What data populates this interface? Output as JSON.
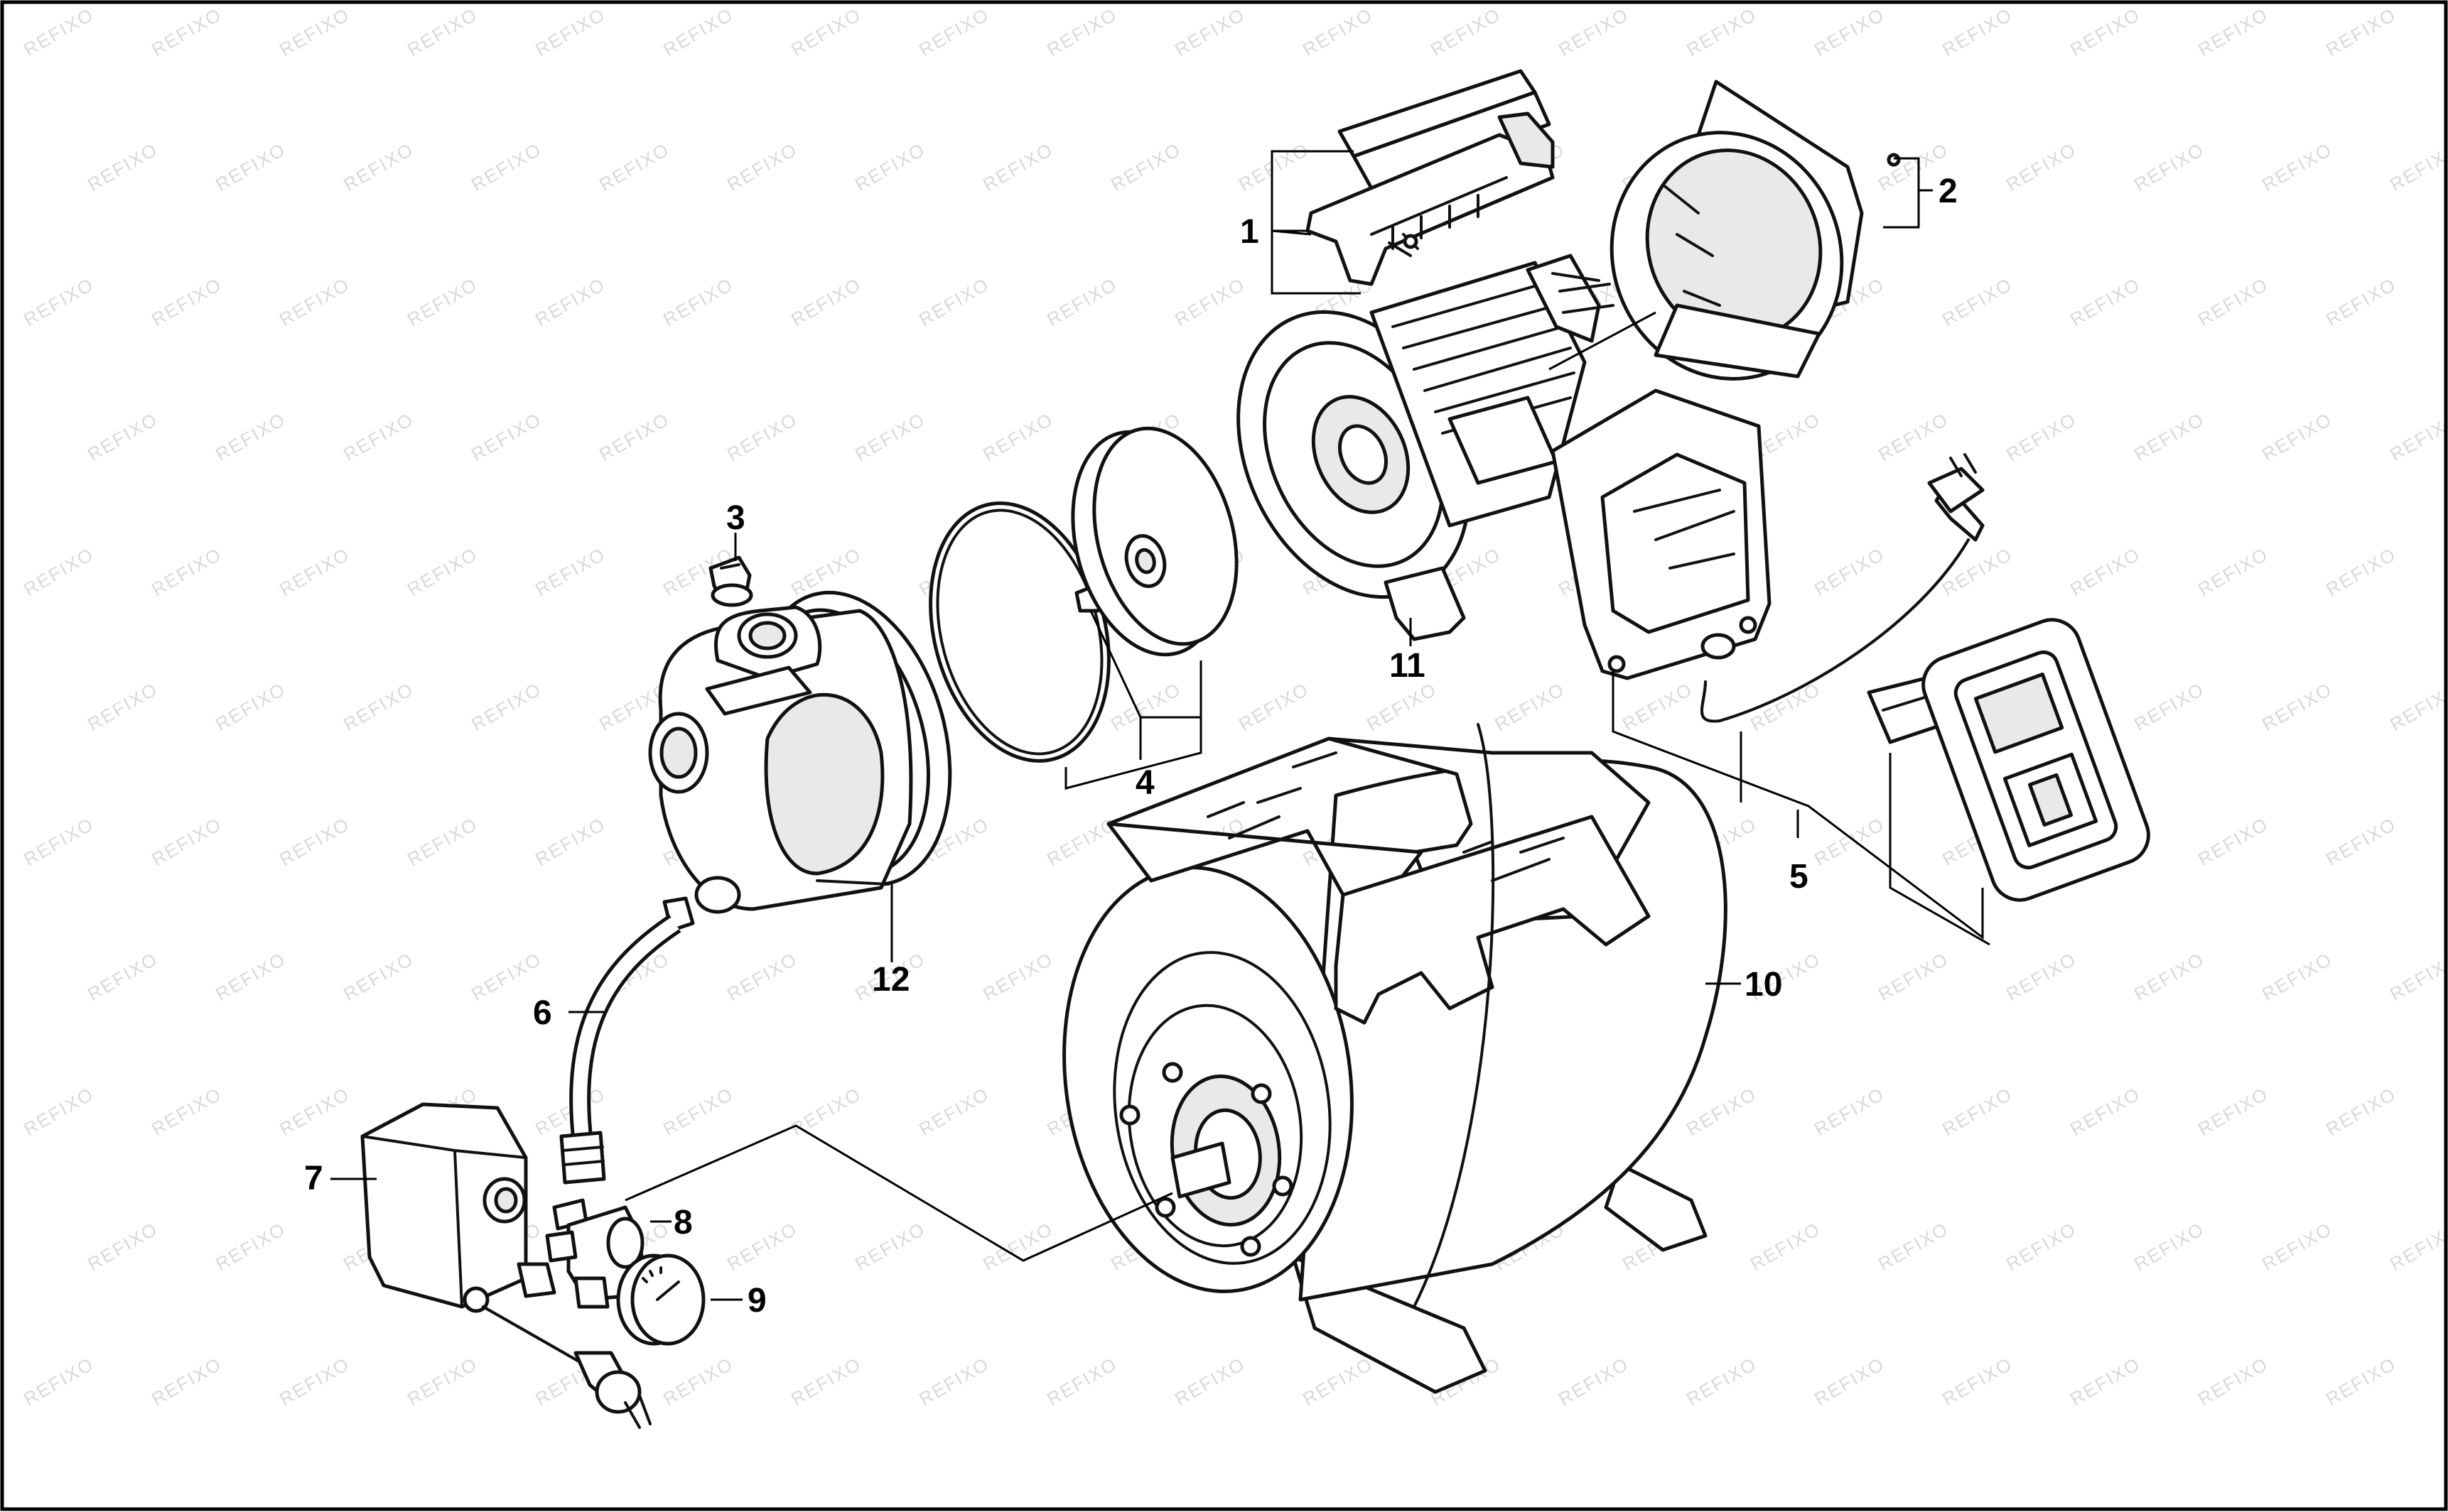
{
  "watermark": {
    "text": "REFIXO"
  },
  "callouts": [
    {
      "id": "1",
      "label": "1"
    },
    {
      "id": "2",
      "label": "2"
    },
    {
      "id": "3",
      "label": "3"
    },
    {
      "id": "4",
      "label": "4"
    },
    {
      "id": "5",
      "label": "5"
    },
    {
      "id": "6",
      "label": "6"
    },
    {
      "id": "7",
      "label": "7"
    },
    {
      "id": "8",
      "label": "8"
    },
    {
      "id": "9",
      "label": "9"
    },
    {
      "id": "10",
      "label": "10"
    },
    {
      "id": "11",
      "label": "11"
    },
    {
      "id": "12",
      "label": "12"
    }
  ],
  "parts": {
    "handle_assembly": "handle-assembly",
    "fan_cover": "fan-cover",
    "vent_plug": "vent-plug",
    "seal_and_impeller": "o-ring-nut-impeller",
    "terminal_box_and_switch": "terminal-box-cable-switch",
    "pressure_hose": "pressure-hose",
    "pressure_switch": "pressure-switch",
    "five_way_connector": "five-way-connector",
    "pressure_gauge": "pressure-gauge",
    "pressure_tank": "pressure-tank",
    "motor": "motor",
    "pump_housing": "pump-housing"
  }
}
